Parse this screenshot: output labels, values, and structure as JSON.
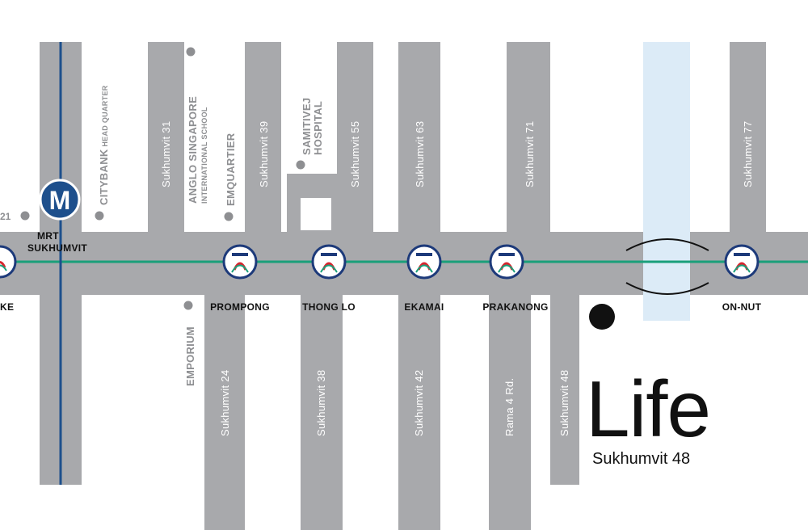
{
  "map": {
    "upper_streets": [
      "Sukhumvit 31",
      "Sukhumvit 39",
      "Sukhumvit 55",
      "Sukhumvit 63",
      "Sukhumvit 71",
      "Sukhumvit 77"
    ],
    "lower_streets": [
      "Sukhumvit 24",
      "Sukhumvit 38",
      "Sukhumvit 42",
      "Rama 4 Rd.",
      "Sukhumvit 48"
    ],
    "bts_stations": [
      "PROMPONG",
      "THONG LO",
      "EKAMAI",
      "PRAKANONG",
      "ON-NUT"
    ],
    "partial_station_left": "KE",
    "partial_street_left": "21",
    "mrt": {
      "symbol": "M",
      "line1": "MRT",
      "line2": "SUKHUMVIT"
    },
    "landmarks": {
      "citybank_main": "CITYBANK",
      "citybank_small": " HEAD QUARTER",
      "anglo_line1": "ANGLO SINGAPORE",
      "anglo_line2": "INTERNATIONAL SCHOOL",
      "emquartier": "EMQUARTIER",
      "samitivej_line1": "SAMITIVEJ",
      "samitivej_line2": "HOSPITAL",
      "emporium": "EMPORIUM"
    },
    "brand": {
      "title": "Life",
      "subtitle": "Sukhumvit 48"
    },
    "colors": {
      "road": "#a8a9ac",
      "bts_line": "#1a9f7a",
      "mrt_line": "#1d4f8c",
      "canal": "#dcebf7",
      "label": "#8e8f92"
    }
  }
}
